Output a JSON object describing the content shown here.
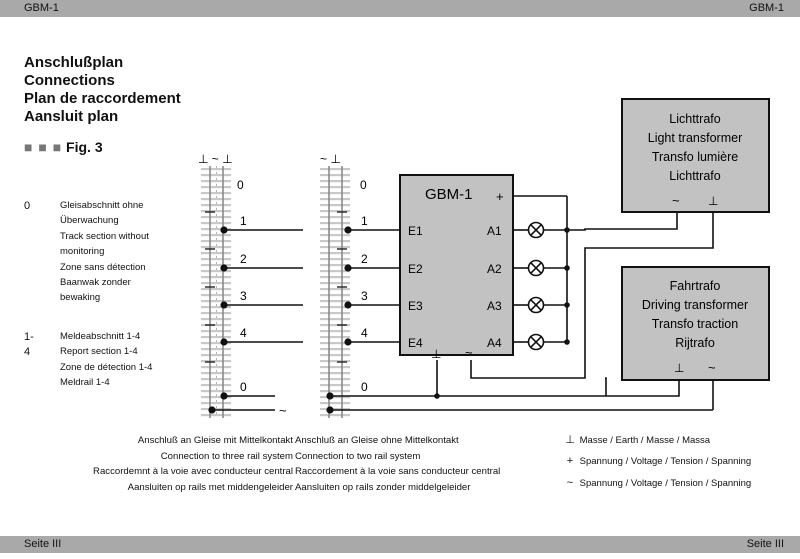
{
  "header": {
    "left": "GBM-1",
    "right": "GBM-1"
  },
  "footer": {
    "left": "Seite III",
    "right": "Seite III"
  },
  "titles": [
    "Anschlußplan",
    "Connections",
    "Plan de raccordement",
    "Aansluit plan"
  ],
  "figure": {
    "bullets": "■ ■ ■",
    "label": "Fig. 3"
  },
  "section0": {
    "number": "0",
    "lines": [
      "Gleisabschnitt  ohne",
      "Überwachung",
      "Track section without",
      "monitoring",
      "Zone sans détection",
      "Baanwak zonder",
      "bewaking"
    ]
  },
  "section14": {
    "number": "1-4",
    "lines": [
      "Meldeabschnitt 1-4",
      "Report section 1-4",
      "Zone de détection 1-4",
      "Meldrail 1-4"
    ]
  },
  "track_left": {
    "top_symbols": "⊥ ~ ⊥",
    "labels": [
      "0",
      "1",
      "2",
      "3",
      "4",
      "0"
    ],
    "tilde": "~"
  },
  "track_right": {
    "top_symbols": "~  ⊥",
    "labels": [
      "0",
      "1",
      "2",
      "3",
      "4",
      "0"
    ]
  },
  "module": {
    "title": "GBM-1",
    "inputs": [
      "E1",
      "E2",
      "E3",
      "E4"
    ],
    "outputs": [
      "A1",
      "A2",
      "A3",
      "A4"
    ],
    "plus": "+",
    "ground": "⊥",
    "ac": "~"
  },
  "light_transformer": {
    "lines": [
      "Lichttrafo",
      "Light transformer",
      "Transfo lumière",
      "Lichttrafo"
    ],
    "terminals": [
      "~",
      "⊥"
    ]
  },
  "drive_transformer": {
    "lines": [
      "Fahrtrafo",
      "Driving transformer",
      "Transfo traction",
      "Rijtrafo"
    ],
    "terminals": [
      "⊥",
      "~"
    ]
  },
  "caption_left": [
    "Anschluß an Gleise mit Mittelkontakt",
    "Connection to three rail system",
    "Raccordemnt à la voie avec conducteur central",
    "Aansluiten op rails met middengeleider"
  ],
  "caption_mid": [
    "Anschluß an Gleise ohne Mittelkontakt",
    "Connection to two rail system",
    "Raccordement à la voie sans conducteur central",
    "Aansluiten op rails zonder middelgeleider"
  ],
  "legend": [
    {
      "symbol": "⊥",
      "text": "Masse / Earth / Masse /  Massa"
    },
    {
      "symbol": "+",
      "text": "Spannung / Voltage / Tension / Spanning"
    },
    {
      "symbol": "~",
      "text": "Spannung / Voltage / Tension / Spanning"
    }
  ]
}
